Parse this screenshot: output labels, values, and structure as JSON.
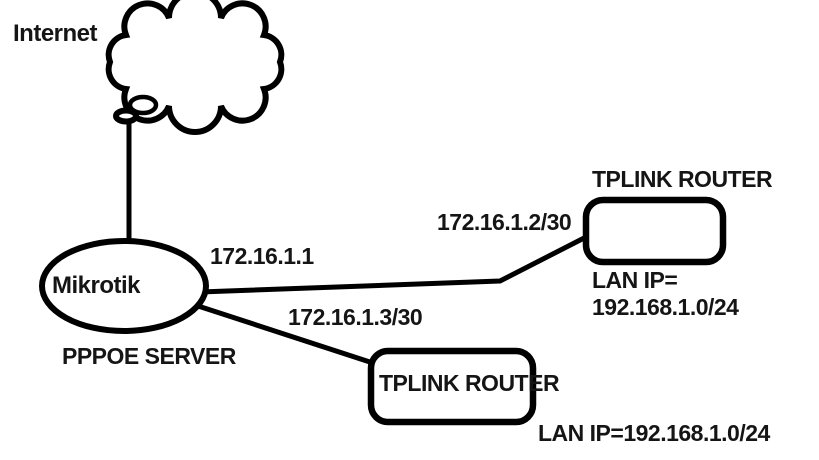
{
  "diagram": {
    "title": "PPPoE network diagram",
    "colors": {
      "background": "#ffffff",
      "stroke": "#000000",
      "text": "#151515"
    },
    "internet": {
      "label": "Internet"
    },
    "mikrotik": {
      "label": "Mikrotik",
      "caption": "PPPOE SERVER"
    },
    "links": {
      "server_wan_ip": "172.16.1.1",
      "router1_wan_ip": "172.16.1.2/30",
      "router2_wan_ip": "172.16.1.3/30"
    },
    "router1": {
      "title": "TPLINK ROUTER",
      "lan_line1": "LAN IP=",
      "lan_line2": "192.168.1.0/24"
    },
    "router2": {
      "title": "TPLINK ROUTER",
      "lan_label": "LAN IP=192.168.1.0/24"
    }
  }
}
